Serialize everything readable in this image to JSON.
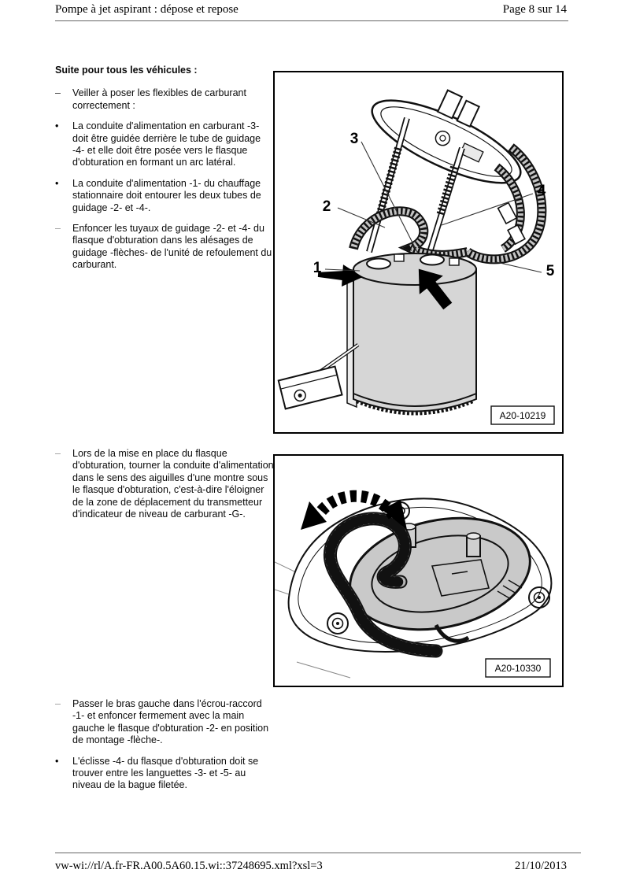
{
  "header": {
    "title": "Pompe à jet aspirant : dépose et repose",
    "page_indicator": "Page 8 sur 14"
  },
  "footer": {
    "source_uri": "vw-wi://rl/A.fr-FR.A00.5A60.15.wi::37248695.xml?xsl=3",
    "date": "21/10/2013"
  },
  "content": {
    "heading": "Suite pour tous les véhicules :",
    "top_items": [
      {
        "marker": "–",
        "text": "Veiller à poser les flexibles de carburant correctement :"
      },
      {
        "marker": "•",
        "text": "La conduite d'alimentation en carburant -3- doit être guidée derrière le tube de guidage -4- et elle doit être posée vers le flasque d'obturation en formant un arc latéral."
      },
      {
        "marker": "•",
        "text": "La conduite d'alimentation -1- du chauffage stationnaire doit entourer les deux tubes de guidage -2- et -4-."
      },
      {
        "marker": "–",
        "text": "Enfoncer les tuyaux de guidage -2- et -4- du flasque d'obturation dans les alésages de guidage -flèches- de l'unité de refoulement du carburant."
      }
    ],
    "middle_items": [
      {
        "marker": "–",
        "text": "Lors de la mise en place du flasque d'obturation, tourner la conduite d'alimentation dans le sens des aiguilles d'une montre sous le flasque d'obturation, c'est-à-dire l'éloigner de la zone de déplacement du transmetteur d'indicateur de niveau de carburant -G-."
      }
    ],
    "bottom_items": [
      {
        "marker": "–",
        "text": "Passer le bras gauche dans l'écrou-raccord -1- et enfoncer fermement avec la main gauche le flasque d'obturation -2- en position de montage -flèche-."
      },
      {
        "marker": "•",
        "text": "L'éclisse -4- du flasque d'obturation doit se trouver entre les languettes -3- et -5- au niveau de la bague filetée."
      }
    ]
  },
  "figure1": {
    "label": "A20-10219",
    "callouts": {
      "c1": "1",
      "c2": "2",
      "c3": "3",
      "c4": "4",
      "c5": "5"
    }
  },
  "figure2": {
    "label": "A20-10330"
  },
  "colors": {
    "line_art": "#111111",
    "canister_fill": "#d6d6d6",
    "flange_fill": "#c9c9c9",
    "hose_fill": "#b4b4b4"
  }
}
